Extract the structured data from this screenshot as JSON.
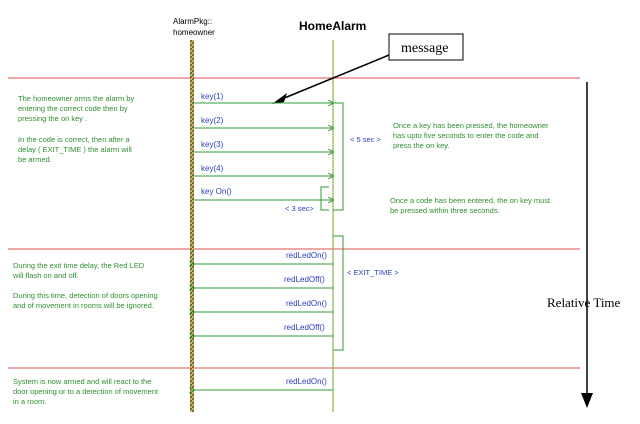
{
  "lifelines": {
    "left_label_line1": "AlarmPkg::",
    "left_label_line2": "homeowner",
    "right_label": "HomeAlarm"
  },
  "callout": {
    "label": "message"
  },
  "side_axis": {
    "label": "Relative Time"
  },
  "notes": {
    "section1_para1": [
      "The homeowner arms the alarm by",
      "entering the correct code then by",
      "pressing the on key ."
    ],
    "section1_para2": [
      "In the code is correct, then after a",
      "delay ( EXIT_TIME ) the alarm will",
      "be armed."
    ],
    "section2_para1": [
      "During the exit time delay, the Red LED",
      "will flash on and off."
    ],
    "section2_para2": [
      "During this time, detection of doors opening",
      "and of movement in rooms will be ignored."
    ],
    "section3_para1": [
      "System is now armed and will react to the",
      "door opening or to a detection of movement",
      "in a room."
    ],
    "right_note1": [
      "Once a key has been pressed, the homeowner",
      "has upto five seconds to enter the code and",
      "press the on key."
    ],
    "right_note2": [
      "Once a code has been entered, the on key must",
      "be pressed within three seconds."
    ]
  },
  "messages": {
    "m1": "key(1)",
    "m2": "key(2)",
    "m3": "key(3)",
    "m4": "key(4)",
    "m5": "key On()",
    "m6": "redLedOn()",
    "m7": "redLedOff()",
    "m8": "redLedOn()",
    "m9": "redLedOff()",
    "m10": "redLedOn()"
  },
  "constraints": {
    "five_sec": "< 5 sec >",
    "three_sec": "< 3 sec>",
    "exit_time": "< EXIT_TIME >"
  },
  "colors": {
    "separator": "#d9534f",
    "lifeline": "#8fb34a",
    "message_line": "#2f9e3a",
    "message_text": "#2a3fbf",
    "note_text": "#2f8f2f",
    "constraint_text": "#2a3fbf",
    "hatch_dark": "#5b4a1a"
  }
}
